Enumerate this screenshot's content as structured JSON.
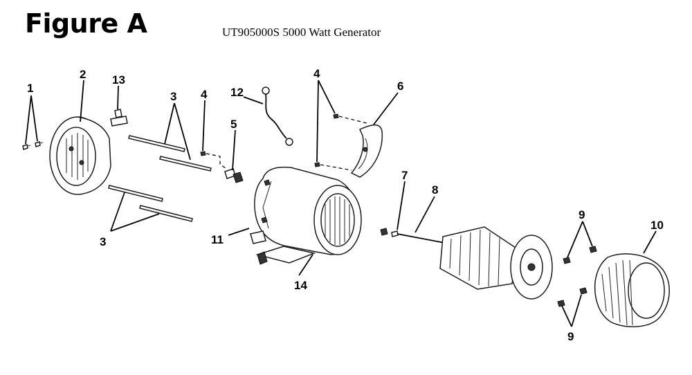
{
  "figure": {
    "title": "Figure A",
    "subtitle": "UT905000S 5000 Watt Generator"
  },
  "callouts": [
    {
      "id": "c1",
      "text": "1"
    },
    {
      "id": "c2",
      "text": "2"
    },
    {
      "id": "c13",
      "text": "13"
    },
    {
      "id": "c3a",
      "text": "3"
    },
    {
      "id": "c4a",
      "text": "4"
    },
    {
      "id": "c12",
      "text": "12"
    },
    {
      "id": "c5",
      "text": "5"
    },
    {
      "id": "c4b",
      "text": "4"
    },
    {
      "id": "c6",
      "text": "6"
    },
    {
      "id": "c3b",
      "text": "3"
    },
    {
      "id": "c11",
      "text": "11"
    },
    {
      "id": "c14",
      "text": "14"
    },
    {
      "id": "c7",
      "text": "7"
    },
    {
      "id": "c8",
      "text": "8"
    },
    {
      "id": "c9a",
      "text": "9"
    },
    {
      "id": "c10",
      "text": "10"
    },
    {
      "id": "c9b",
      "text": "9"
    }
  ]
}
